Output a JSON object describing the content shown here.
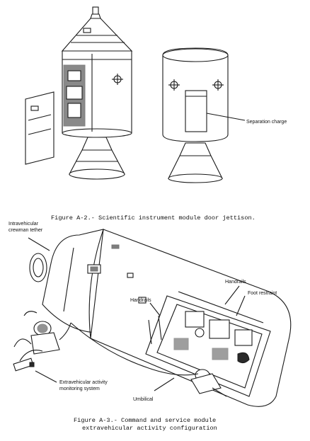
{
  "figure_a2": {
    "callout_separation_charge": "Separation charge",
    "caption": "Figure A-2.- Scientific instrument module door jettison."
  },
  "figure_a3": {
    "callout_tether_line1": "Intravehicular",
    "callout_tether_line2": "crewman tether",
    "callout_handrails_top": "Handrails",
    "callout_handrails_left": "Handrails",
    "callout_foot_restraint": "Foot restraint",
    "callout_eva_monitor_line1": "Extravehicular activity",
    "callout_eva_monitor_line2": "monitoring system",
    "callout_umbilical": "Umbilical",
    "caption_line1": "Figure A-3.- Command and service module",
    "caption_line2": "extravehicular activity configuration"
  }
}
